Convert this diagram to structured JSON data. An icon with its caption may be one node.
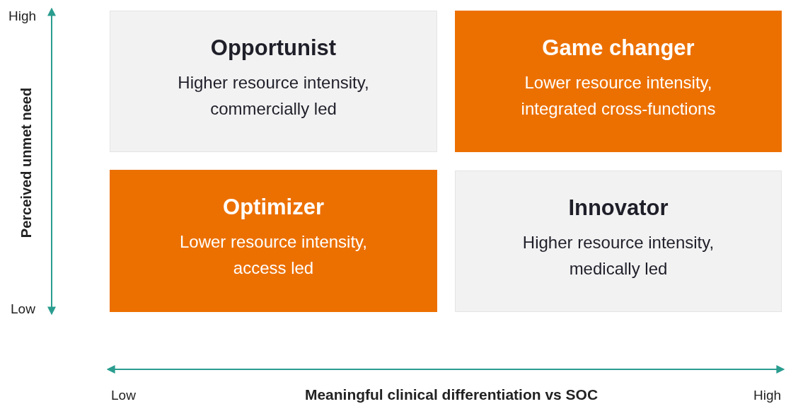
{
  "diagram": {
    "nodes": [
      {
        "text": [
          "Opportunist",
          "Higher resource intensity, commercially led"
        ]
      },
      {
        "text": [
          "Game changer",
          "Lower resource intensity, integrated cross-functions"
        ]
      },
      {
        "text": [
          "Optimizer",
          "Lower resource intensity, access led"
        ]
      },
      {
        "text": [
          "Innovator",
          "Higher resource intensity, medically led"
        ]
      }
    ],
    "labels": [
      "High",
      "Perceived unmet need",
      "Low",
      "Low",
      "Meaningful clinical differentiation vs SOC",
      "High"
    ]
  }
}
